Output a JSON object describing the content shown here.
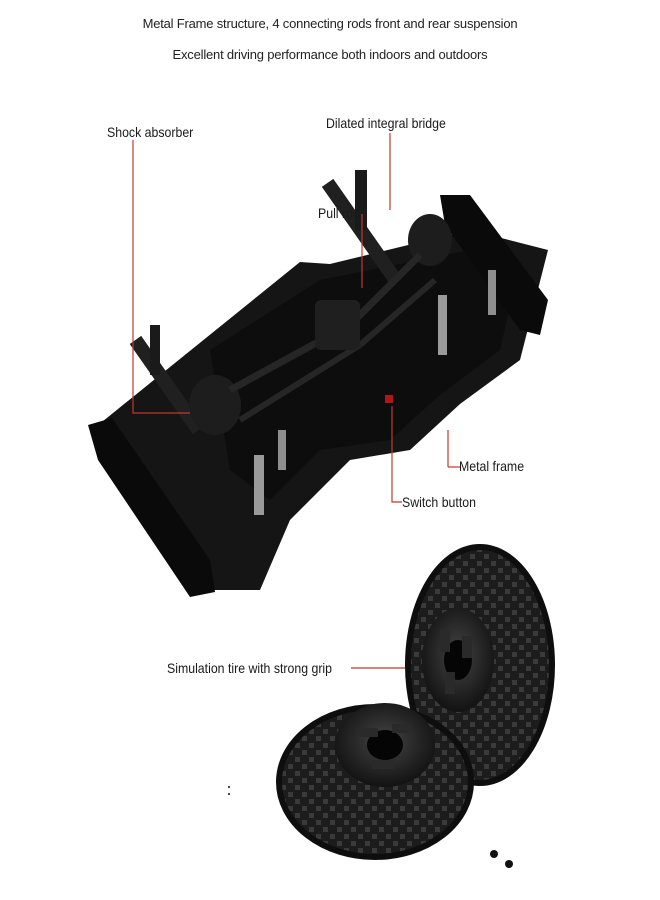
{
  "header": {
    "line1": "Metal Frame structure, 4 connecting rods front and rear suspension",
    "line2": "Excellent driving performance both indoors and outdoors"
  },
  "callouts": {
    "shock_absorber": "Shock absorber",
    "integral_bridge": "Dilated integral bridge",
    "pull_rod": "Pull rod",
    "metal_frame": "Metal frame",
    "switch_button": "Switch button",
    "tire": "Simulation tire with strong grip"
  },
  "colors": {
    "leader_line": "#c0392b",
    "chassis": "#141414",
    "background": "#ffffff"
  }
}
